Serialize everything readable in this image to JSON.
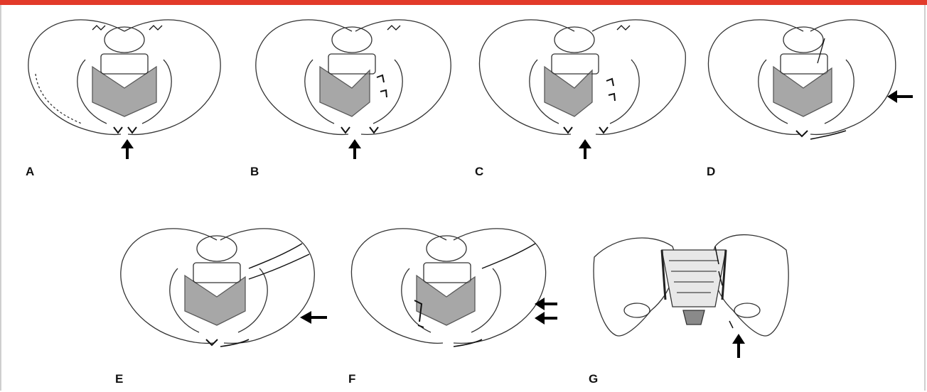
{
  "figure": {
    "accent_color": "#e23a2a",
    "panels": [
      {
        "id": "A",
        "label": "A",
        "view": "inlet",
        "injury": "symphysis",
        "arrow": "up"
      },
      {
        "id": "B",
        "label": "B",
        "view": "inlet",
        "injury": "open-book-anterior",
        "arrow": "up"
      },
      {
        "id": "C",
        "label": "C",
        "view": "inlet",
        "injury": "open-book-complete",
        "arrow": "up"
      },
      {
        "id": "D",
        "label": "D",
        "view": "inlet",
        "injury": "lateral-compression",
        "arrow": "left"
      },
      {
        "id": "E",
        "label": "E",
        "view": "inlet",
        "injury": "lateral-compression-iliac",
        "arrow": "left"
      },
      {
        "id": "F",
        "label": "F",
        "view": "inlet",
        "injury": "lateral-compression-bilateral",
        "arrow": "double-left"
      },
      {
        "id": "G",
        "label": "G",
        "view": "ap",
        "injury": "vertical-shear",
        "arrow": "up"
      }
    ]
  }
}
